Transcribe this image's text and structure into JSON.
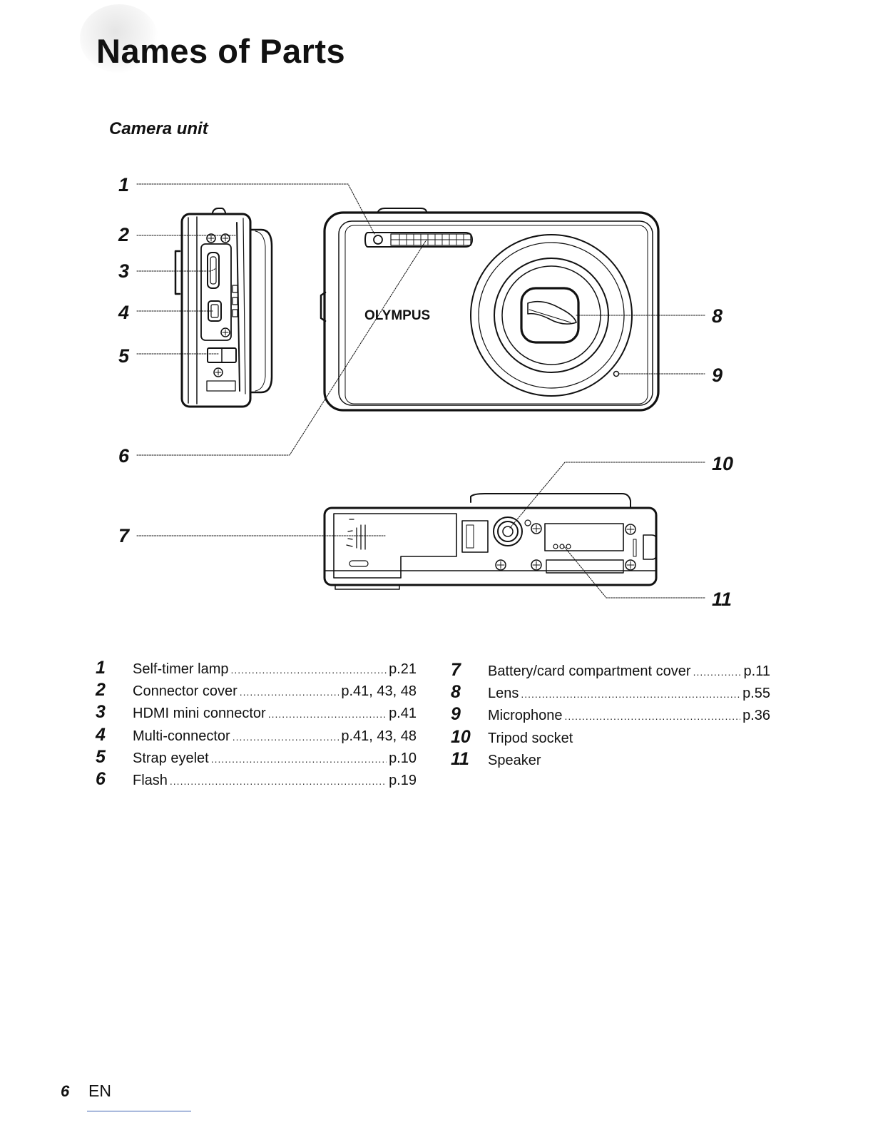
{
  "header": {
    "title": "Names of Parts"
  },
  "section": {
    "subtitle": "Camera unit"
  },
  "diagram": {
    "brand": "OLYMPUS",
    "callouts": [
      "1",
      "2",
      "3",
      "4",
      "5",
      "6",
      "7",
      "8",
      "9",
      "10",
      "11"
    ]
  },
  "parts_left": [
    {
      "num": "1",
      "name": "Self-timer lamp",
      "page": "p.21"
    },
    {
      "num": "2",
      "name": "Connector cover",
      "page": "p.41, 43, 48"
    },
    {
      "num": "3",
      "name": "HDMI mini connector",
      "page": "p.41"
    },
    {
      "num": "4",
      "name": "Multi-connector",
      "page": "p.41, 43, 48"
    },
    {
      "num": "5",
      "name": "Strap eyelet",
      "page": "p.10"
    },
    {
      "num": "6",
      "name": "Flash",
      "page": "p.19"
    }
  ],
  "parts_right": [
    {
      "num": "7",
      "name": "Battery/card compartment cover",
      "page": "p.11"
    },
    {
      "num": "8",
      "name": "Lens",
      "page": "p.55"
    },
    {
      "num": "9",
      "name": "Microphone",
      "page": "p.36"
    },
    {
      "num": "10",
      "name": "Tripod socket",
      "page": ""
    },
    {
      "num": "11",
      "name": "Speaker",
      "page": ""
    }
  ],
  "footer": {
    "page_number": "6",
    "language": "EN"
  }
}
